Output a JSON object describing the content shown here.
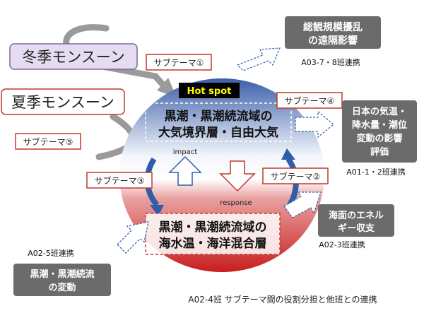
{
  "monsoon": {
    "winter": "冬季モンスーン",
    "summer": "夏季モンスーン"
  },
  "hotspot": "Hot spot",
  "atmosphere": {
    "line1": "黒潮・黒潮続流域の",
    "line2": "大気境界層・自由大気"
  },
  "ocean": {
    "line1": "黒潮・黒潮続流域の",
    "line2": "海水温・海洋混合層"
  },
  "arrows": {
    "impact": "impact",
    "response": "response"
  },
  "subthemes": {
    "s1": "サブテーマ①",
    "s2": "サブテーマ②",
    "s3": "サブテーマ③",
    "s4": "サブテーマ④",
    "s5": "サブテーマ⑤"
  },
  "boxes": {
    "synoptic": {
      "line1": "総観規模擾乱",
      "line2": "の遠隔影響",
      "link": "A03-7・8班連携"
    },
    "japan": {
      "line1": "日本の気温・",
      "line2": "降水量・潮位",
      "line3": "変動の影響",
      "line4": "評価",
      "link": "A01-1・2班連携"
    },
    "energy": {
      "line1": "海面のエネル",
      "line2": "ギー収支",
      "link": "A02-3班連携"
    },
    "kuroshio": {
      "line1": "黒潮・黒潮続流",
      "line2": "の変動",
      "link": "A02-5班連携"
    }
  },
  "caption": "A02-4班  サブテーマ間の役割分担と他班との連携",
  "colors": {
    "circle_top": "#3b5fa8",
    "circle_bottom": "#d32a2a",
    "gray_box": "#6b6b6b",
    "sub_border": "#c0392b",
    "hotspot_bg": "#000000",
    "hotspot_text": "#ffff00",
    "winter_fill": "#e6dcf2",
    "winter_border": "#7a6a9a",
    "summer_border": "#c0392b"
  }
}
